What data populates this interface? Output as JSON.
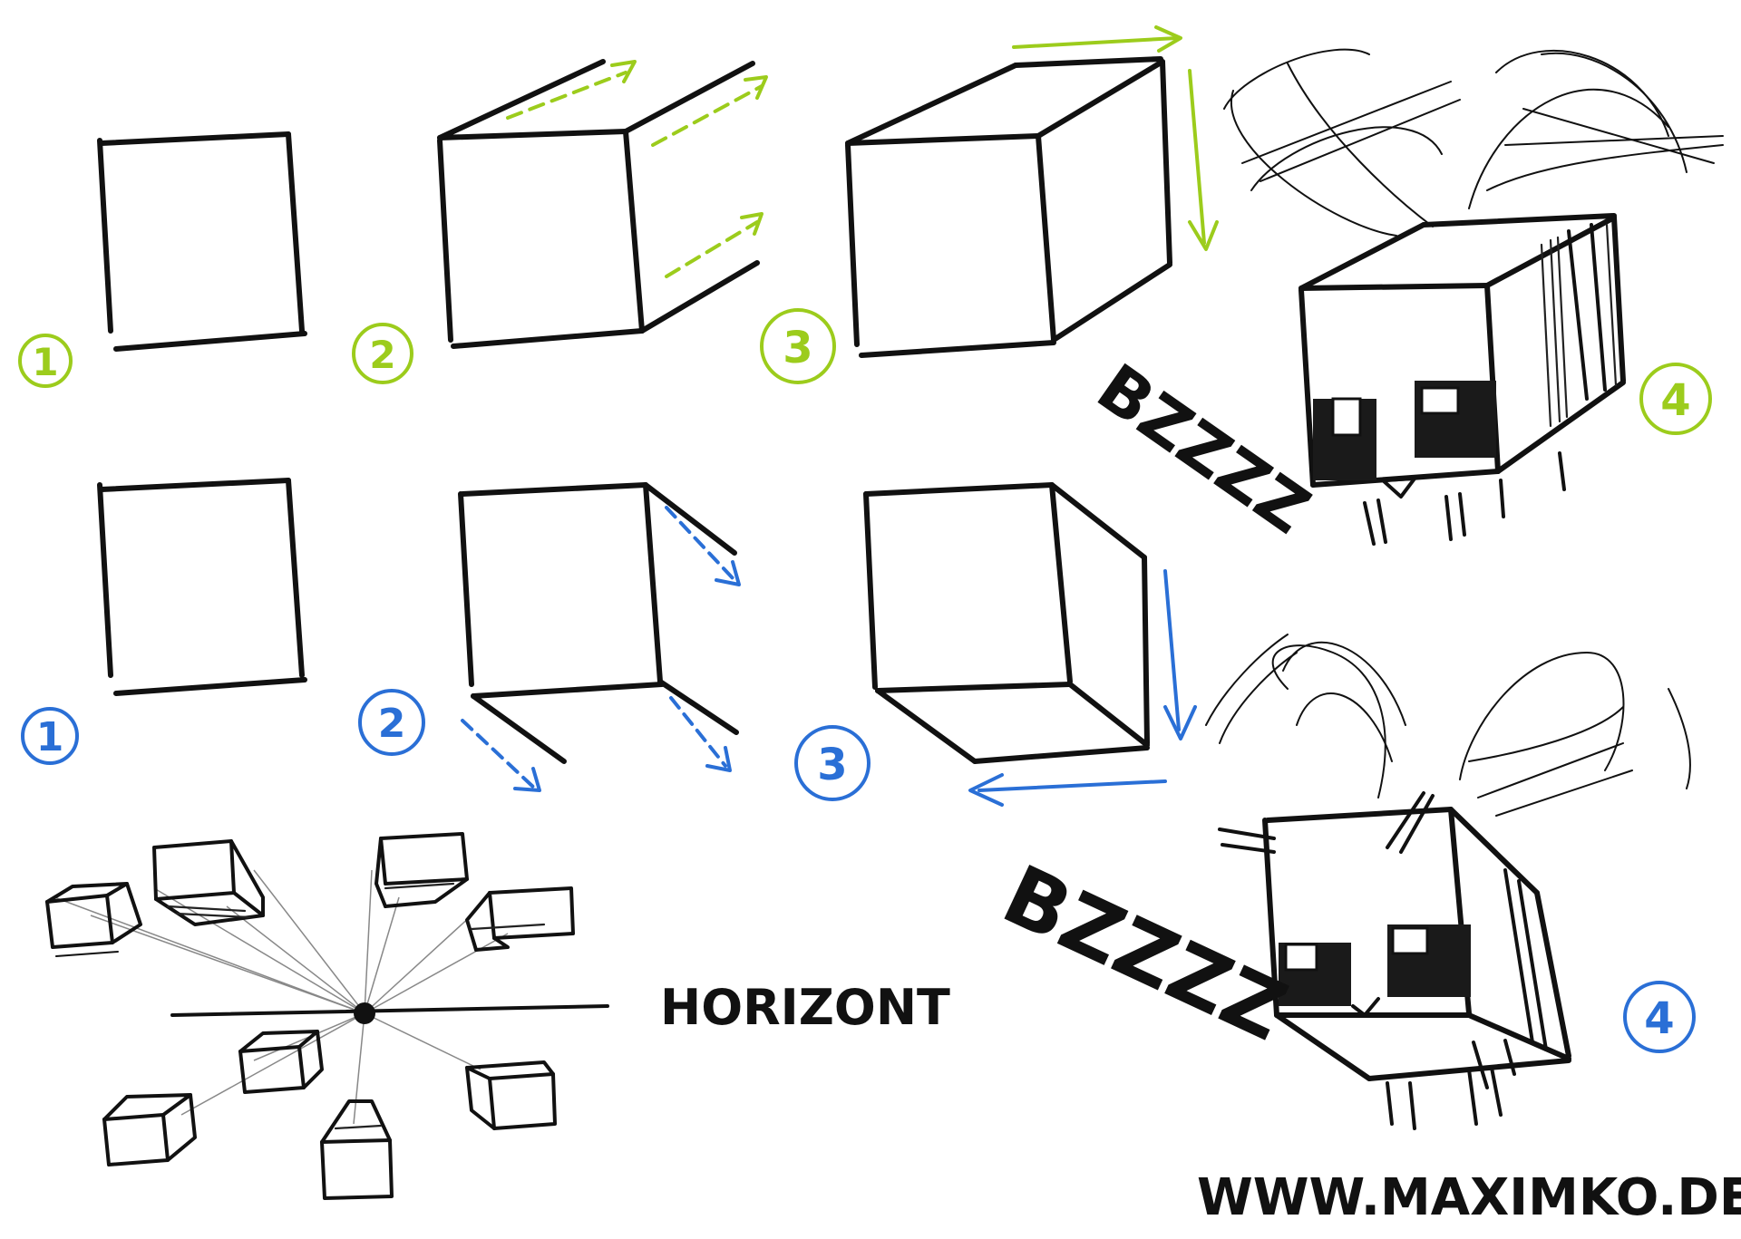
{
  "colors": {
    "ink": "#111111",
    "green": "#9ccc1c",
    "blue": "#2a6fd6",
    "background": "#ffffff"
  },
  "green_steps": {
    "step1": "1",
    "step2": "2",
    "step3": "3",
    "step4": "4"
  },
  "blue_steps": {
    "step1": "1",
    "step2": "2",
    "step3": "3",
    "step4": "4"
  },
  "sound_top": "BZZZZ",
  "sound_bottom": "BZZZZ",
  "horizon_label": "HORIZONT",
  "website": "WWW.MAXIMKO.DE"
}
